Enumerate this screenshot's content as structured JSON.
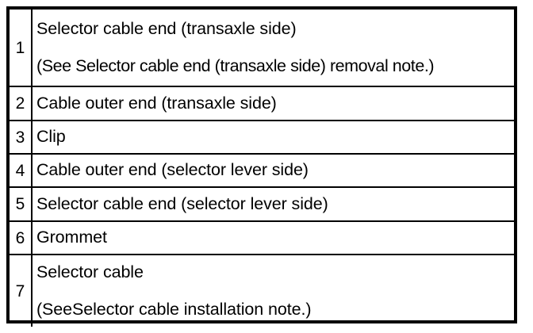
{
  "table": {
    "name": "selector-cable-parts-list",
    "border_color": "#000000",
    "background_color": "#ffffff",
    "text_color": "#000000",
    "rows": [
      {
        "number": "1",
        "description": "Selector cable end (transaxle side)",
        "note": "(See Selector cable end (transaxle side) removal note.)",
        "two_line": true
      },
      {
        "number": "2",
        "description": "Cable outer end (transaxle side)",
        "note": "",
        "two_line": false
      },
      {
        "number": "3",
        "description": "Clip",
        "note": "",
        "two_line": false
      },
      {
        "number": "4",
        "description": "Cable outer end (selector lever side)",
        "note": "",
        "two_line": false
      },
      {
        "number": "5",
        "description": "Selector cable end (selector lever side)",
        "note": "",
        "two_line": false
      },
      {
        "number": "6",
        "description": "Grommet",
        "note": "",
        "two_line": false
      },
      {
        "number": "7",
        "description": "Selector cable",
        "note": "(SeeSelector cable installation note.)",
        "two_line": true
      }
    ]
  }
}
